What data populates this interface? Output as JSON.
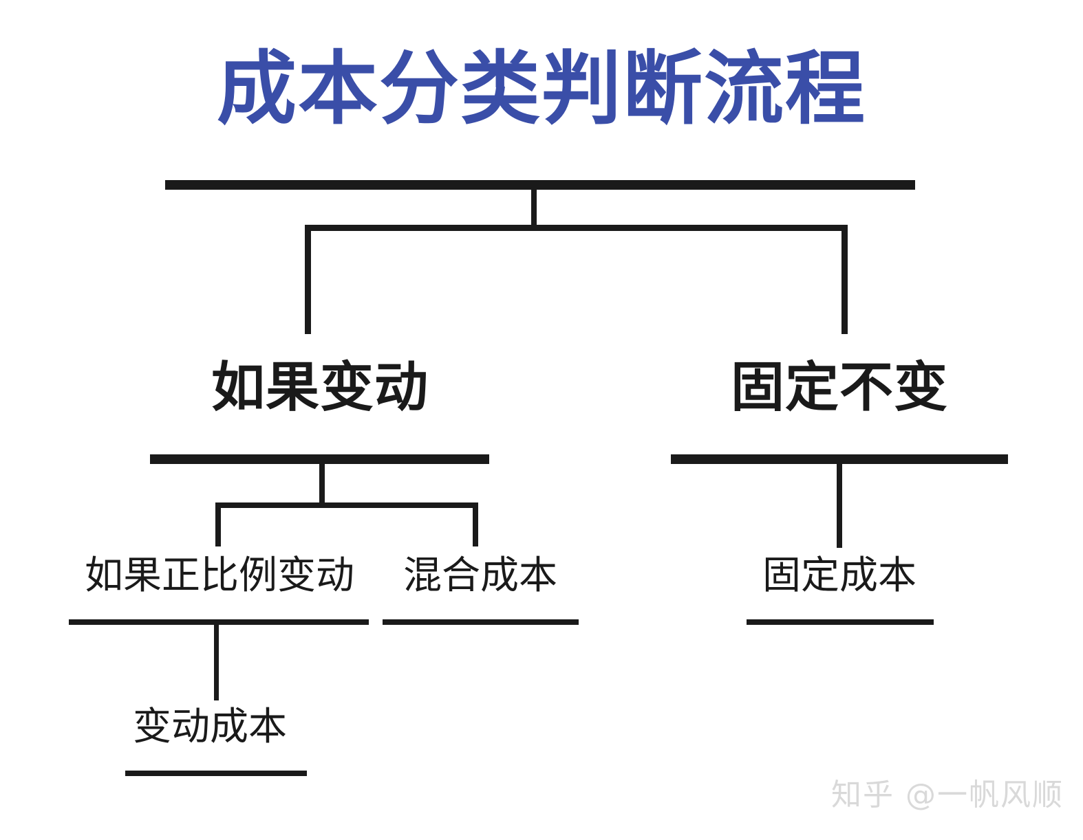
{
  "diagram": {
    "title": "成本分类判断流程",
    "title_color": "#3a4ea8",
    "line_color": "#1a1a1a",
    "background": "#ffffff",
    "levels": {
      "level1": {
        "label": "成本分类判断流程"
      },
      "level2": [
        {
          "id": "if-variable",
          "label": "如果变动"
        },
        {
          "id": "fixed-unchanged",
          "label": "固定不变"
        }
      ],
      "level3": [
        {
          "id": "if-proportional-change",
          "label": "如果正比例变动",
          "parent": "if-variable"
        },
        {
          "id": "mixed-cost",
          "label": "混合成本",
          "parent": "if-variable"
        },
        {
          "id": "fixed-cost",
          "label": "固定成本",
          "parent": "fixed-unchanged"
        }
      ],
      "level4": [
        {
          "id": "variable-cost",
          "label": "变动成本",
          "parent": "if-proportional-change"
        }
      ]
    }
  },
  "watermark": {
    "text": "知乎 @一帆风顺",
    "color": "#d9d9d9"
  }
}
